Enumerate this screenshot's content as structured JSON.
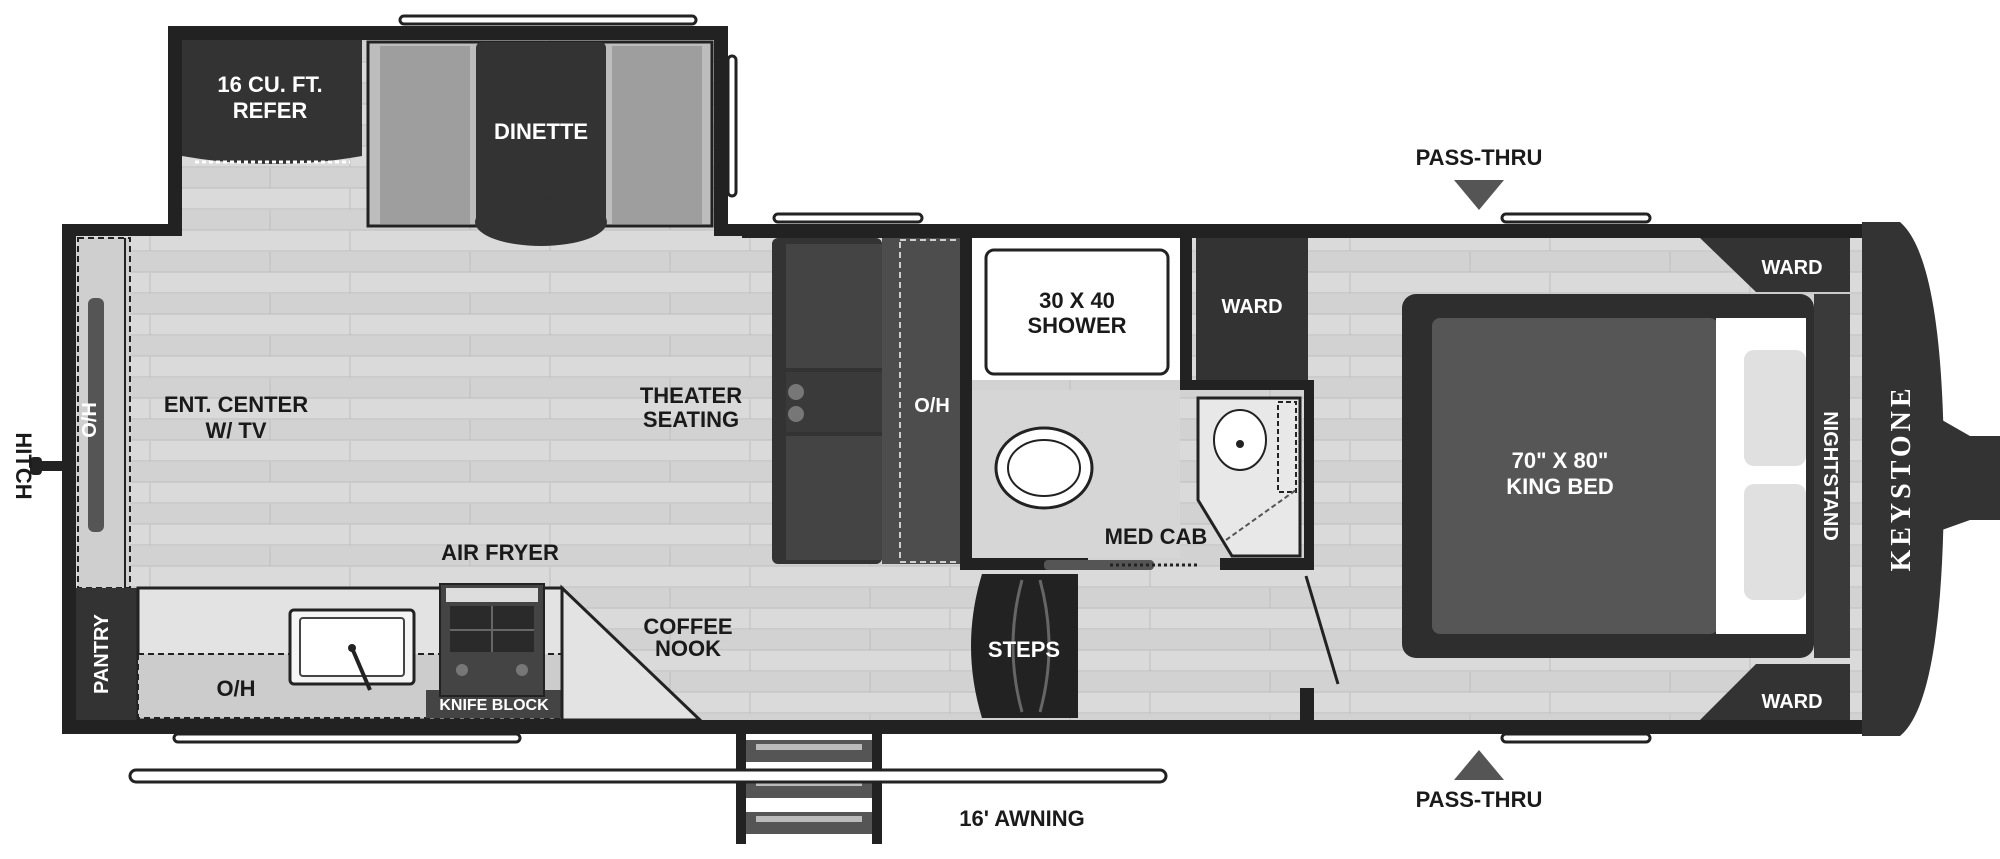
{
  "labels": {
    "hitch": "HITCH",
    "oh_front": "O/H",
    "ent_center_line1": "ENT. CENTER",
    "ent_center_line2": "W/ TV",
    "refer_line1": "16 CU. FT.",
    "refer_line2": "REFER",
    "dinette": "DINETTE",
    "theater_line1": "THEATER",
    "theater_line2": "SEATING",
    "oh_mid": "O/H",
    "shower_line1": "30 X 40",
    "shower_line2": "SHOWER",
    "ward_bath": "WARD",
    "med_cab": "MED CAB",
    "air_fryer": "AIR FRYER",
    "coffee_line1": "COFFEE",
    "coffee_line2": "NOOK",
    "pantry": "PANTRY",
    "oh_kitchen": "O/H",
    "knife_block": "KNIFE BLOCK",
    "steps": "STEPS",
    "awning": "16' AWNING",
    "pass_thru_top": "PASS-THRU",
    "pass_thru_bottom": "PASS-THRU",
    "ward_top": "WARD",
    "ward_bottom": "WARD",
    "bed_line1": "70\" X 80\"",
    "bed_line2": "KING BED",
    "nightstand": "NIGHTSTAND",
    "brand": "KEYSTONE"
  },
  "colors": {
    "wall": "#222222",
    "floor": "#d9d9d9",
    "floor_plank": "#c9c9c9",
    "furniture_dark": "#3d3d3d",
    "furniture_mid": "#6a6a6a",
    "cabinet": "#e6e6e6",
    "outline": "#111111"
  }
}
